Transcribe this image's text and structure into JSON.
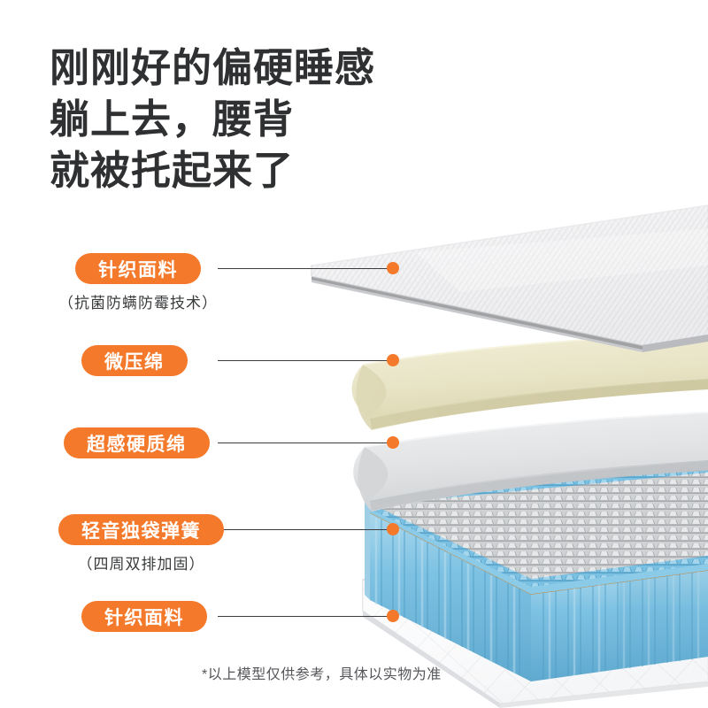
{
  "headline": {
    "lines": [
      "刚刚好的偏硬睡感",
      "躺上去，腰背",
      "就被托起来了"
    ],
    "color": "#2f3031"
  },
  "accent_color": "#f4792a",
  "background_color": "#ffffff",
  "callouts": [
    {
      "label": "针织面料",
      "sublabel": "（抗菌防螨防霉技术）",
      "layer": "knit-fabric-top",
      "dot_label": "knit-fabric-top-dot"
    },
    {
      "label": "微压绵",
      "sublabel": "",
      "layer": "micro-pressure-foam",
      "dot_label": "micro-pressure-foam-dot"
    },
    {
      "label": "超感硬质绵",
      "sublabel": "",
      "layer": "firm-foam",
      "dot_label": "firm-foam-dot"
    },
    {
      "label": "轻音独袋弹簧",
      "sublabel": "（四周双排加固）",
      "layer": "pocket-springs",
      "dot_label": "pocket-springs-dot"
    },
    {
      "label": "针织面料",
      "sublabel": "",
      "layer": "knit-fabric-bottom",
      "dot_label": "knit-fabric-bottom-dot"
    }
  ],
  "footnote": "*以上模型仅供参考，具体以实物为准",
  "layers": {
    "knit_fabric_top": {
      "name": "针织面料",
      "surface_color": "#f2f2f3",
      "edge_color": "#d9d9dc",
      "texture": "diagonal-knit-rib"
    },
    "micro_pressure_foam": {
      "name": "微压绵",
      "surface_color": "#e9e5c9",
      "side_color": "#dcd7b4",
      "texture": "smooth-foam"
    },
    "firm_foam": {
      "name": "超感硬质绵",
      "surface_color": "#e5e6e7",
      "side_color": "#d2d4d6",
      "texture": "smooth-foam"
    },
    "pocket_springs": {
      "name": "轻音独袋弹簧",
      "edge_spring_color": "#7fc3e4",
      "inner_spring_color": "#c8cacb",
      "inner_spring_shadow": "#8e9193",
      "texture": "pocket-coil-grid"
    },
    "knit_fabric_bottom": {
      "name": "针织面料",
      "surface_color": "#fbfbfc",
      "edge_color": "#d4d6d8",
      "texture": "diamond-quilt"
    }
  }
}
